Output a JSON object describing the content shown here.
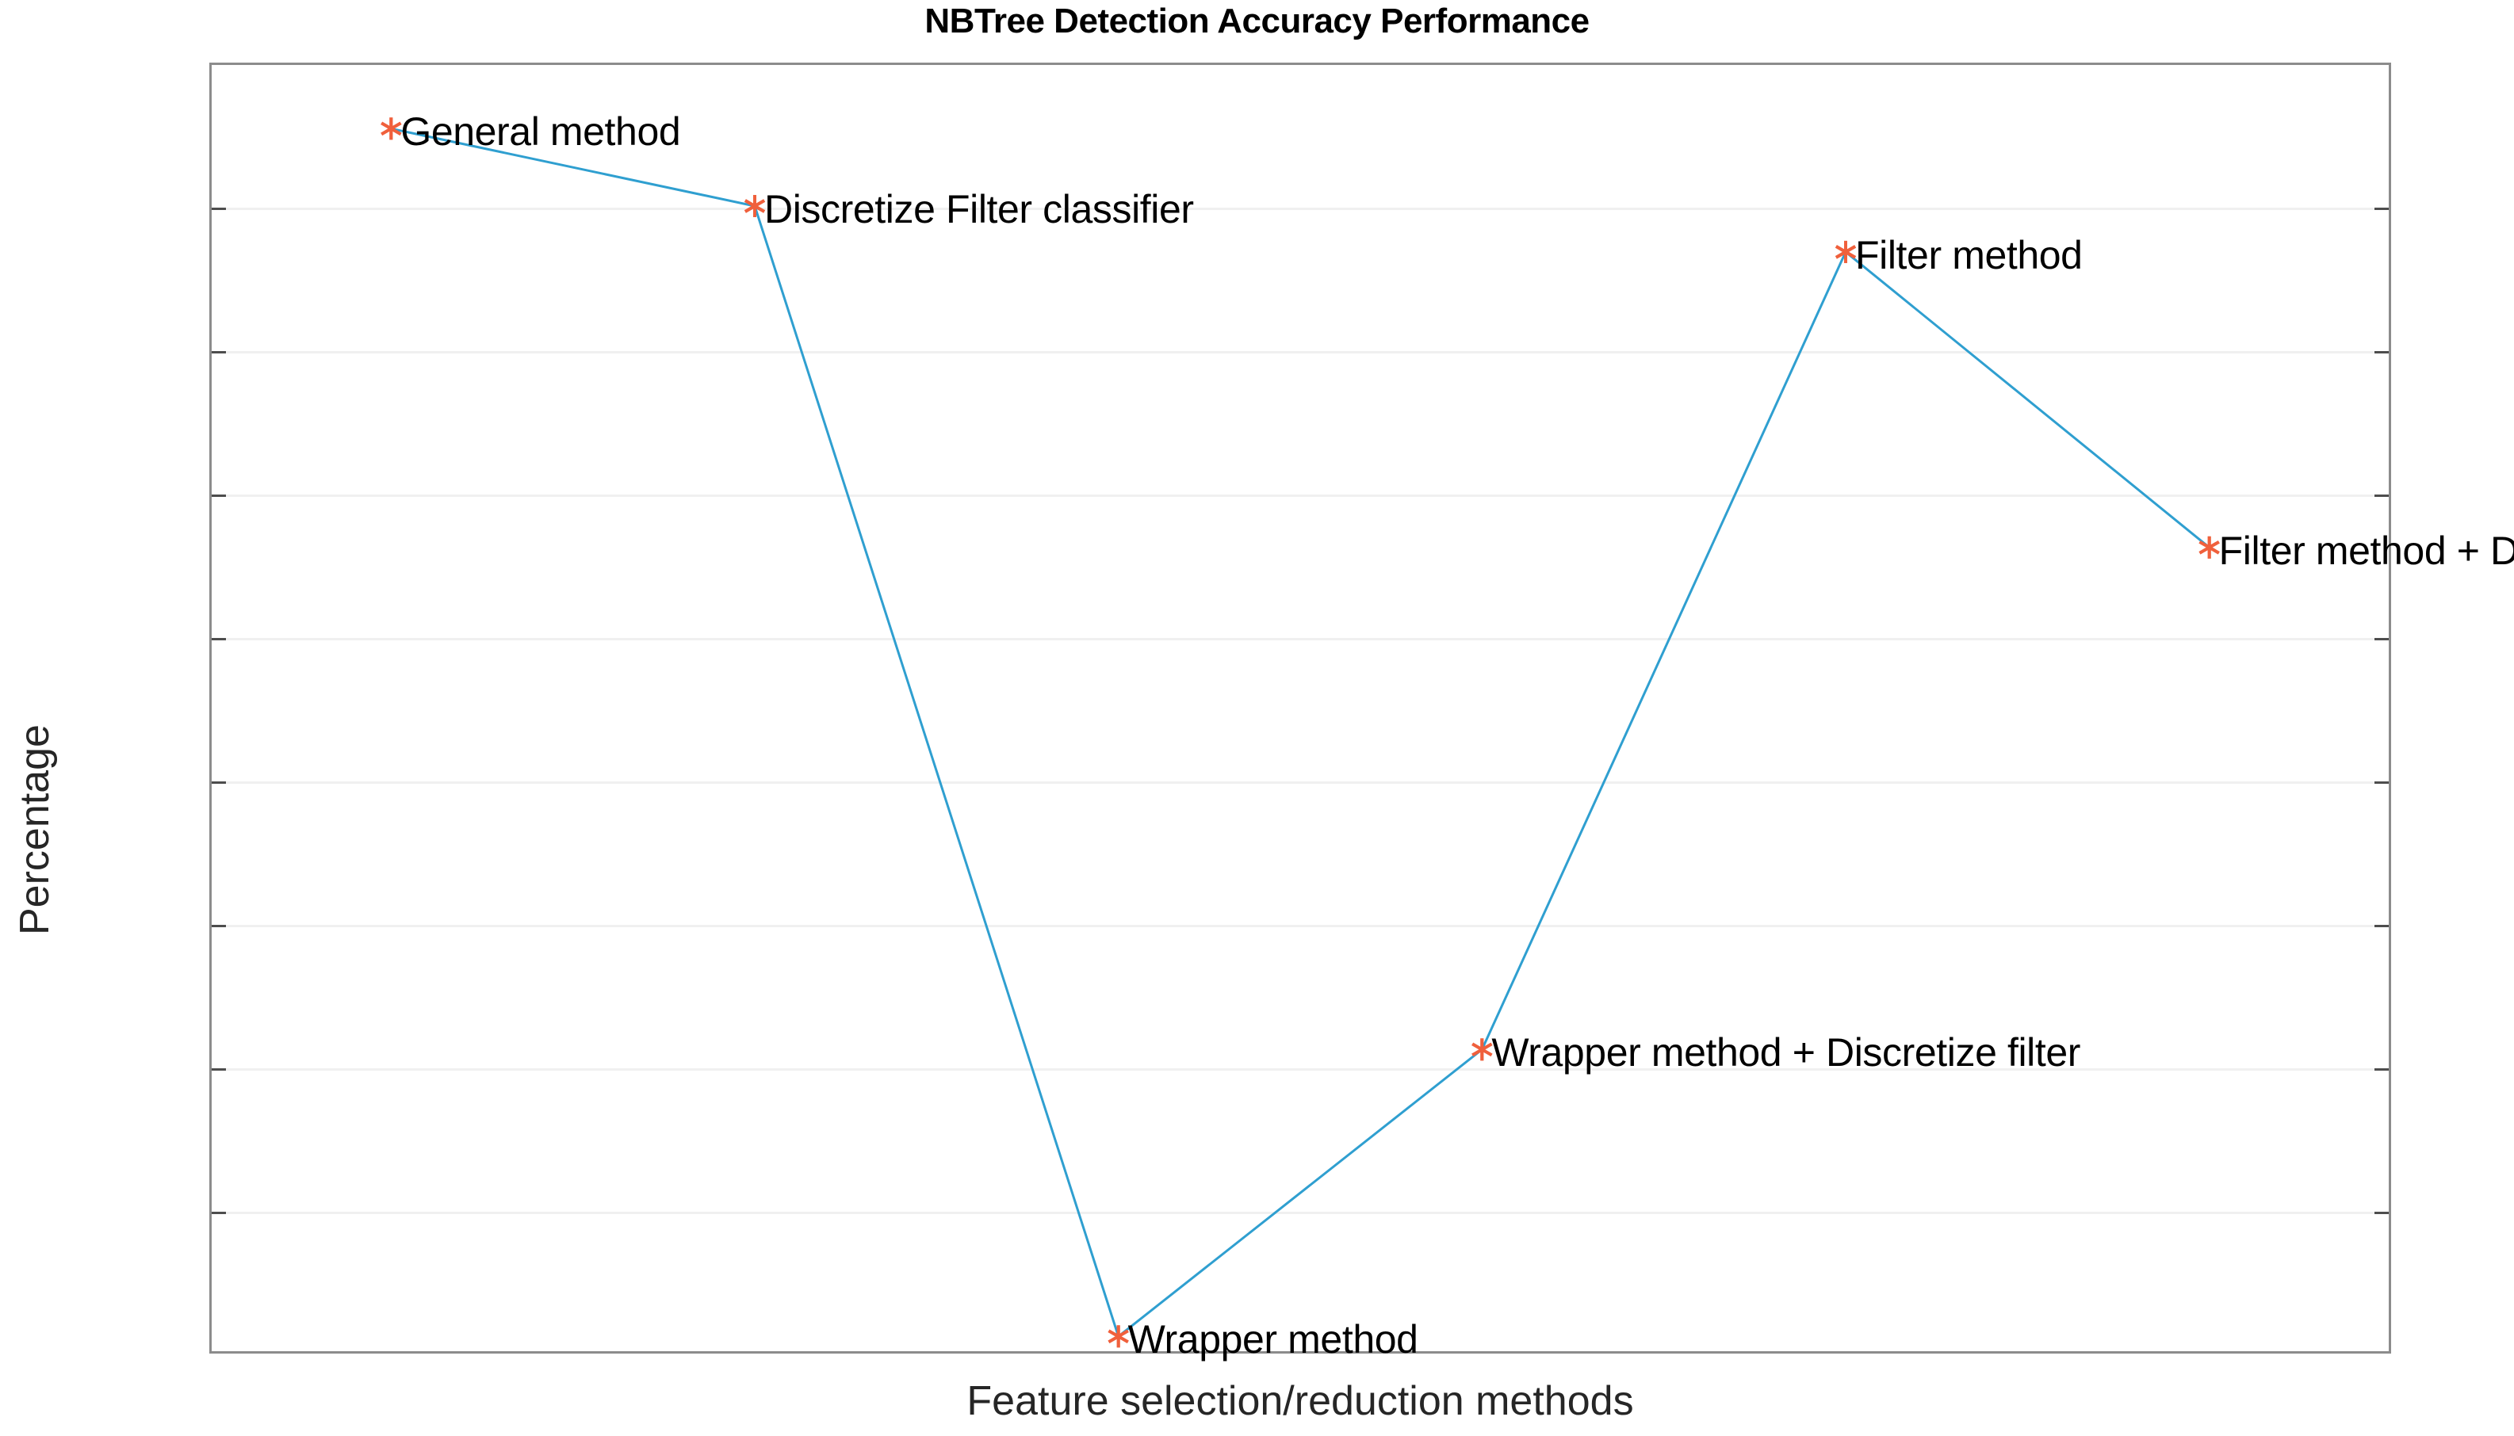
{
  "chart_data": {
    "type": "line",
    "title": "NBTree Detection Accuracy Performance",
    "xlabel": "Feature selection/reduction methods",
    "ylabel": "Percentage",
    "ylim": [
      99.45,
      99.9
    ],
    "xlim": [
      0.5,
      6.5
    ],
    "grid": true,
    "legend": "none",
    "marker": "asterisk",
    "line_color": "#2f9fd0",
    "marker_color": "#f0603c",
    "yticks": [
      "99.45",
      "99.5",
      "99.55",
      "99.6",
      "99.65",
      "99.7",
      "99.75",
      "99.8",
      "99.85",
      "99.9"
    ],
    "ytick_values": [
      99.45,
      99.5,
      99.55,
      99.6,
      99.65,
      99.7,
      99.75,
      99.8,
      99.85,
      99.9
    ],
    "xticks": [],
    "categories": [
      "General method",
      "Discretize Filter classifier",
      "Wrapper method",
      "Wrapper method + Discretize filter",
      "Filter method",
      "Filter method + Discretize filter"
    ],
    "x": [
      1,
      2,
      3,
      4,
      5,
      6
    ],
    "values": [
      99.877,
      99.85,
      99.456,
      99.556,
      99.834,
      99.731
    ],
    "annotations": [
      {
        "text": "General method",
        "x": 1,
        "y": 99.877
      },
      {
        "text": "Discretize Filter classifier",
        "x": 2,
        "y": 99.85
      },
      {
        "text": "Wrapper method",
        "x": 3,
        "y": 99.456
      },
      {
        "text": "Wrapper method + Discretize filter",
        "x": 4,
        "y": 99.556
      },
      {
        "text": "Filter method",
        "x": 5,
        "y": 99.834
      },
      {
        "text": "Filter method + Discretize filter",
        "x": 6,
        "y": 99.731
      }
    ]
  },
  "colors": {
    "line": "#2f9fd0",
    "marker": "#f0603c",
    "axis": "#8c8c8c",
    "grid": "#f0f0f0",
    "text": "#262626",
    "title": "#000000",
    "background": "#ffffff"
  }
}
